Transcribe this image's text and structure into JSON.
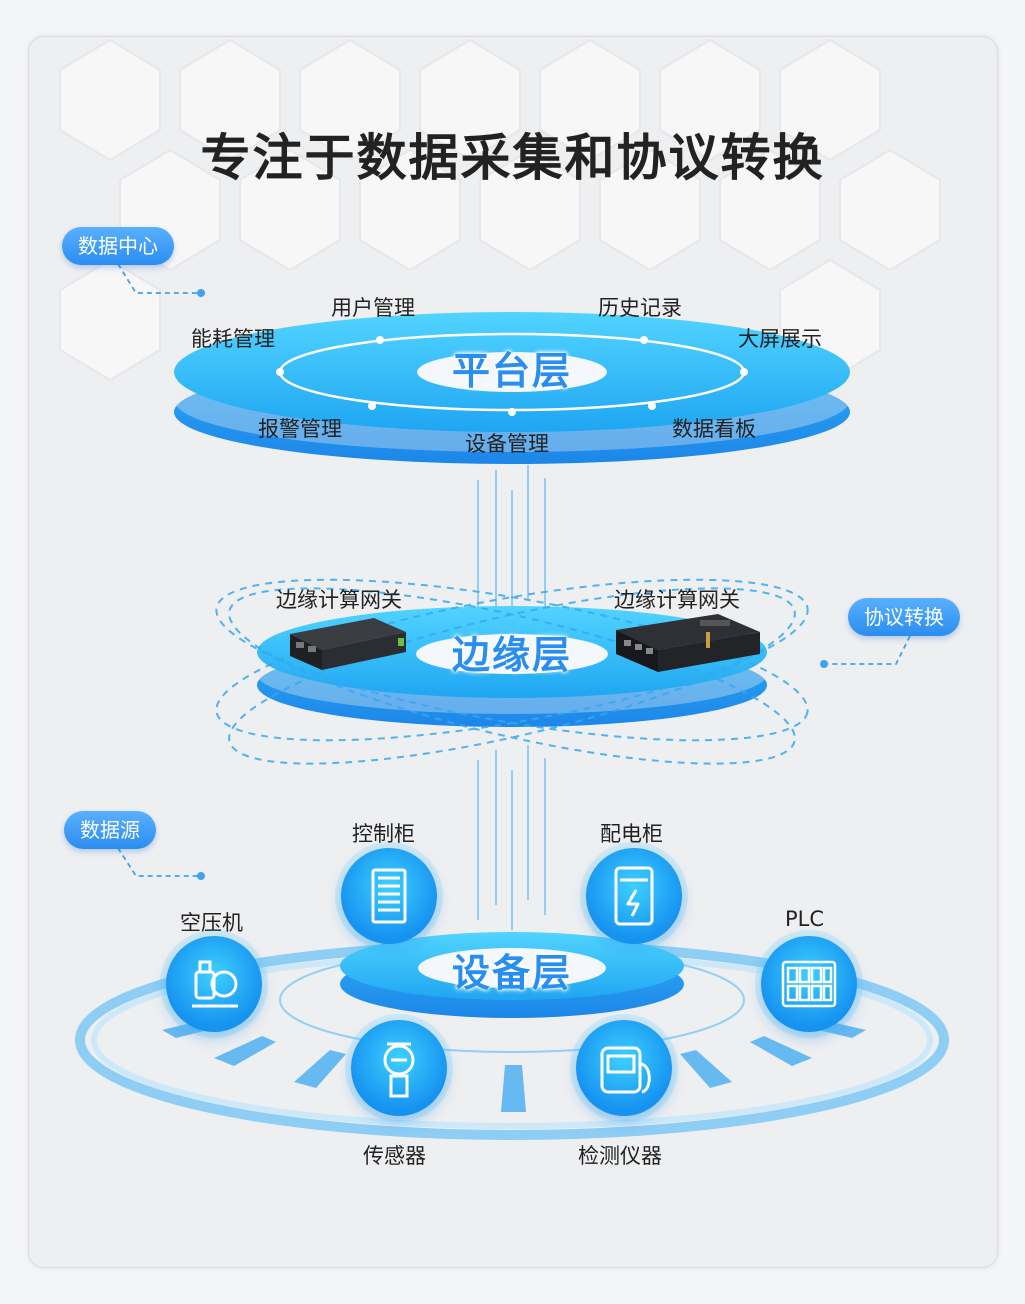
{
  "title": "专注于数据采集和协议转换",
  "tags": {
    "data_center": "数据中心",
    "protocol": "协议转换",
    "data_source": "数据源"
  },
  "platform": {
    "title": "平台层",
    "items": [
      "能耗管理",
      "用户管理",
      "历史记录",
      "大屏展示",
      "报警管理",
      "设备管理",
      "数据看板"
    ]
  },
  "edge": {
    "title": "边缘层",
    "gateway_left": "边缘计算网关",
    "gateway_right": "边缘计算网关"
  },
  "device_layer": {
    "title": "设备层",
    "items": {
      "cabinet": "控制柜",
      "distribution": "配电柜",
      "compressor": "空压机",
      "plc": "PLC",
      "sensor": "传感器",
      "instrument": "检测仪器"
    }
  },
  "colors": {
    "accent": "#2a8ef0",
    "disc_top": "#3ec8ff",
    "disc_bottom": "#2196f0"
  }
}
